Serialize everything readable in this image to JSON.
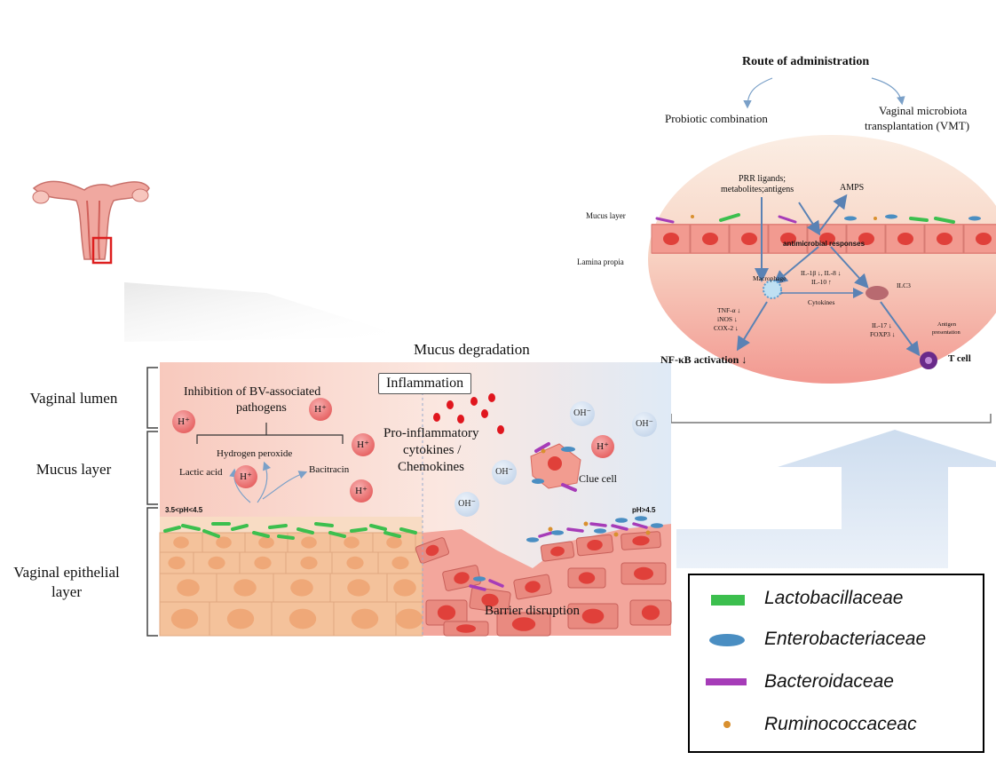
{
  "route": {
    "title": "Route of administration",
    "left": "Probiotic combination",
    "right_line1": "Vaginal microbiota",
    "right_line2": "transplantation (VMT)"
  },
  "ellipse": {
    "mucus_layer": "Mucus layer",
    "lamina_propia": "Lamina propia",
    "prr_line1": "PRR ligands;",
    "prr_line2": "metabolites;antigens",
    "amps": "AMPS",
    "antimicrobial": "antimicrobial responses",
    "macrophage": "Macrophage",
    "il_line1": "IL-1β ↓, IL-8 ↓",
    "il_line2": "IL-10 ↑",
    "ilc3": "ILC3",
    "cytokines": "Cytokines",
    "tnf": "TNF-α ↓",
    "inos": "iNOS ↓",
    "cox": "COX-2 ↓",
    "il17": "IL-17 ↓",
    "foxp3": "FOXP3 ↓",
    "antigen1": "Antigen",
    "antigen2": "presentation",
    "nfkb": "NF-κB activation ↓",
    "tcell": "T cell"
  },
  "side_labels": {
    "lumen": "Vaginal lumen",
    "mucus": "Mucus layer",
    "epithelial_line1": "Vaginal epithelial",
    "epithelial_line2": "layer"
  },
  "panel": {
    "mucus_degradation": "Mucus degradation",
    "inflammation": "Inflammation",
    "inhibition_line1": "Inhibition of BV-associated",
    "inhibition_line2": "pathogens",
    "hydrogen_peroxide": "Hydrogen peroxide",
    "lactic_acid": "Lactic acid",
    "bacitracin": "Bacitracin",
    "proinf_line1": "Pro-inflammatory",
    "proinf_line2": "cytokines /",
    "proinf_line3": "Chemokines",
    "clue_cell": "Clue cell",
    "ph_low": "3.5<pH<4.5",
    "ph_high": "pH>4.5",
    "barrier": "Barrier disruption",
    "h_ion": "H⁺",
    "oh_ion": "OH⁻"
  },
  "legend": {
    "items": [
      {
        "label": "Lactobacillaceae",
        "color": "#3cbf4e",
        "shape": "rod"
      },
      {
        "label": "Enterobacteriaceae",
        "color": "#4a8ec2",
        "shape": "ellipse"
      },
      {
        "label": "Bacteroidaceae",
        "color": "#a63cb8",
        "shape": "rod"
      },
      {
        "label": "Ruminococcaceac",
        "color": "#d9902f",
        "shape": "dot"
      }
    ]
  },
  "colors": {
    "cell_fill": "#f4c29b",
    "damaged_cell": "#e98a80",
    "nucleus_red": "#e0403a",
    "arrow_blue": "#dbe6f3"
  }
}
